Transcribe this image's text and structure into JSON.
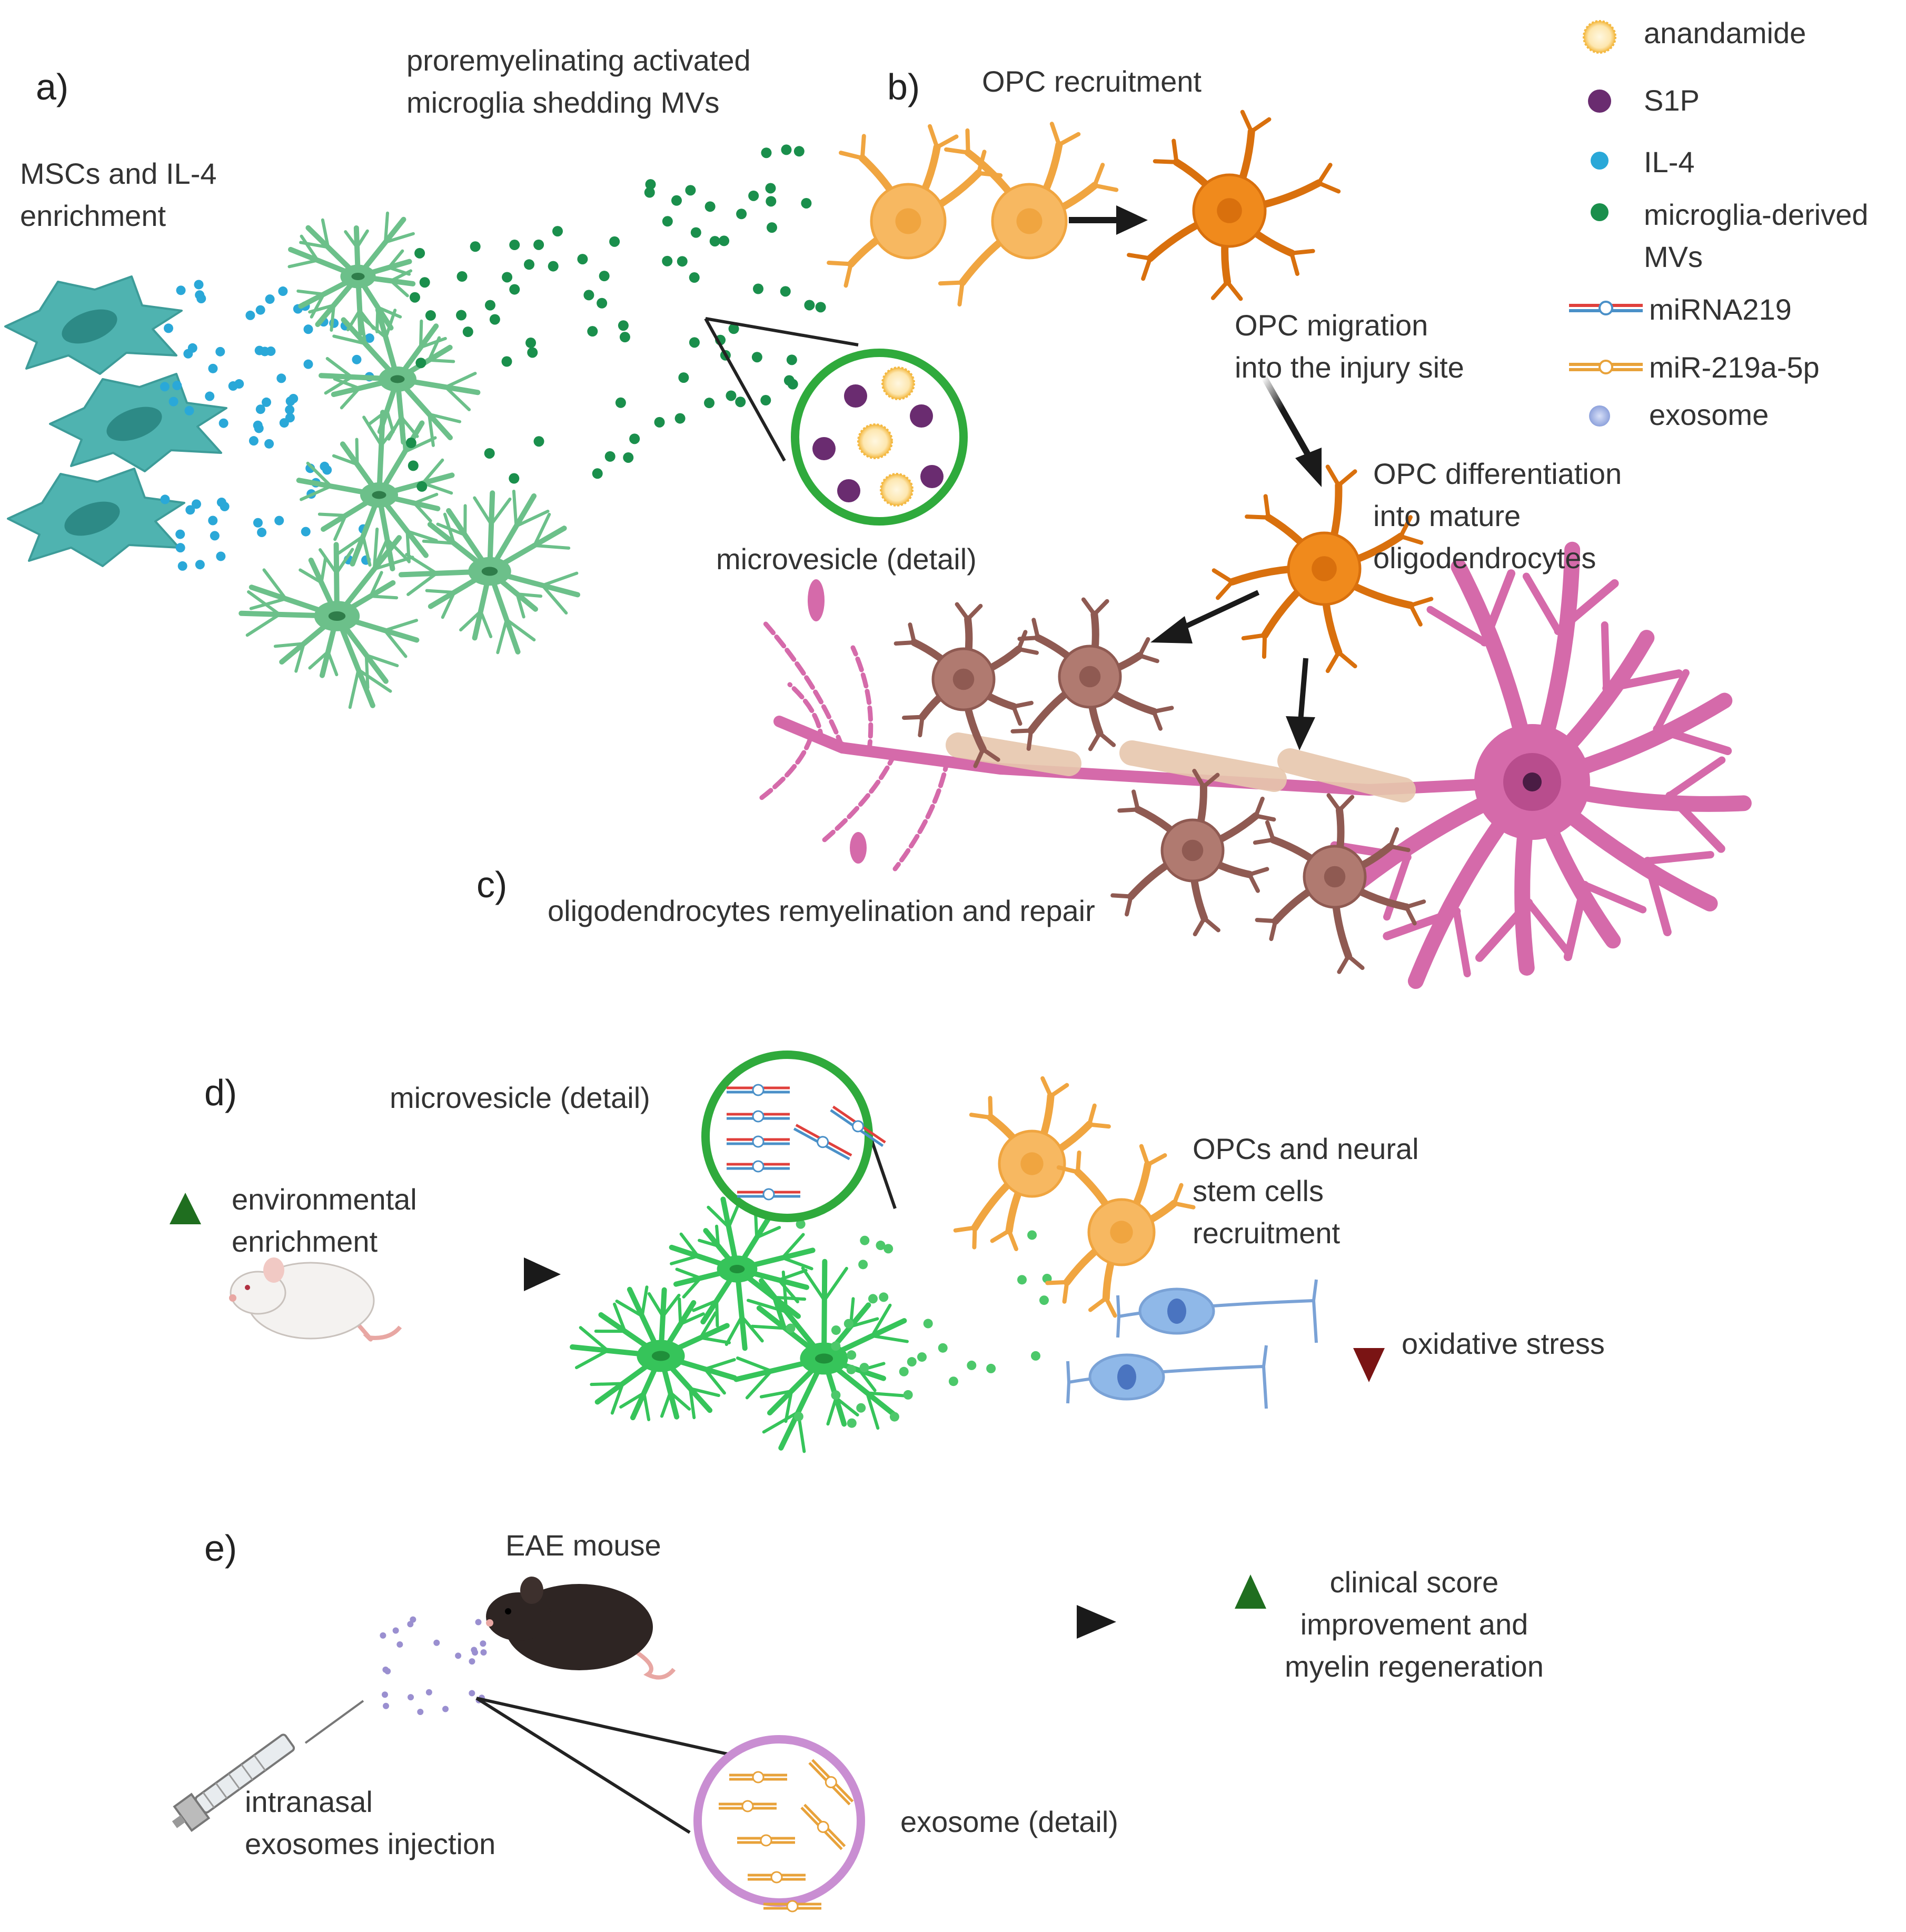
{
  "panels": {
    "a": "a)",
    "b": "b)",
    "c": "c)",
    "d": "d)",
    "e": "e)"
  },
  "labels": {
    "mscs_l1": "MSCs and IL-4",
    "mscs_l2": "enrichment",
    "microglia_l1": "proremyelinating activated",
    "microglia_l2": "microglia shedding MVs",
    "opc_recruit": "OPC recruitment",
    "opc_migr_l1": "OPC migration",
    "opc_migr_l2": "into the injury site",
    "opc_diff_l1": "OPC differentiation",
    "opc_diff_l2": "into mature",
    "opc_diff_l3": "oligodendrocytes",
    "mv_detail_1": "microvesicle (detail)",
    "remyelination": "oligodendrocytes remyelination and repair",
    "mv_detail_2": "microvesicle (detail)",
    "env_l1": "environmental",
    "env_l2": "enrichment",
    "opcs_l1": "OPCs and neural",
    "opcs_l2": "stem cells",
    "opcs_l3": "recruitment",
    "oxidative": "oxidative stress",
    "eae": "EAE mouse",
    "clinical_l1": "clinical score",
    "clinical_l2": "improvement and",
    "clinical_l3": "myelin regeneration",
    "intranasal_l1": "intranasal",
    "intranasal_l2": "exosomes injection",
    "exo_detail": "exosome (detail)"
  },
  "legend": [
    {
      "key": "anandamide",
      "label": "anandamide",
      "icon": "anandamide-icon",
      "color": "#f4b942"
    },
    {
      "key": "s1p",
      "label": "S1P",
      "icon": "s1p-icon",
      "color": "#6a2c70"
    },
    {
      "key": "il4",
      "label": "IL-4",
      "icon": "il4-icon",
      "color": "#2aa8d8"
    },
    {
      "key": "mv",
      "label": "microglia-derived",
      "label2": "MVs",
      "icon": "mv-icon",
      "color": "#1a8f4c"
    },
    {
      "key": "mirna219",
      "label": "miRNA219",
      "icon": "mirna219-icon",
      "color": "#e0403c"
    },
    {
      "key": "mir219a",
      "label": "miR-219a-5p",
      "icon": "mir219a-icon",
      "color": "#e8a23a"
    },
    {
      "key": "exosome",
      "label": "exosome",
      "icon": "exosome-icon",
      "color": "#9fb0e0"
    }
  ],
  "colors": {
    "msc": "#4fb3b0",
    "msc_nucleus": "#2d8a86",
    "microglia_a": "#6cc08a",
    "microglia_d": "#36c45a",
    "opc": "#f7b861",
    "opc_mature": "#f08a1c",
    "oligo": "#b07a70",
    "neuron": "#d56aaa",
    "nsc": "#8fb8e8",
    "mv_dot": "#1a8f4c",
    "mv_dot_d": "#4cc86a",
    "il4_dot": "#2aa8d8",
    "exo_dot": "#9a8fd0",
    "arrow": "#1a1a1a",
    "up_arrow": "#1f6e1f",
    "down_arrow": "#7a1414"
  }
}
